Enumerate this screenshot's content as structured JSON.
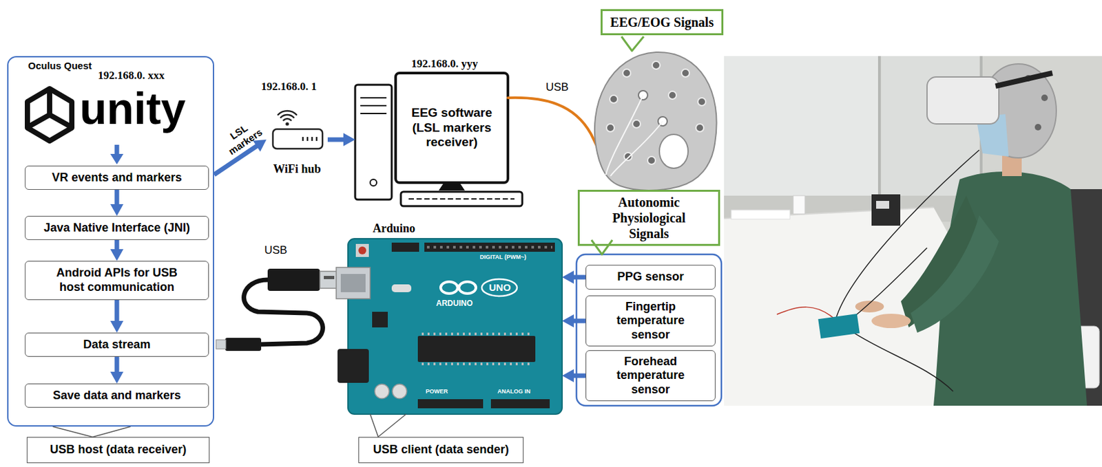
{
  "diagram": {
    "nodes": [
      {
        "text": [
          "Oculus Quest"
        ]
      },
      {
        "text": [
          "VR events and markers"
        ],
        "in": 0
      },
      {
        "text": [
          "Java Native Interface (JNI)"
        ],
        "in": 0
      },
      {
        "text": [
          "Android APIs for USB host communication"
        ],
        "in": 0
      },
      {
        "text": [
          "Data stream"
        ],
        "in": 0
      },
      {
        "text": [
          "Save data and markers"
        ],
        "in": 0
      },
      {
        "text": [
          "WiFi hub"
        ]
      },
      {
        "text": [
          "EEG software (LSL markers receiver)"
        ]
      },
      {
        "text": [
          "EEG/EOG Signals"
        ]
      },
      {
        "text": [
          "Arduino"
        ]
      },
      {
        "text": [
          "Autonomic Physiological Signals"
        ]
      },
      {
        "text": [
          "PPG sensor"
        ]
      },
      {
        "text": [
          "Fingertip temperature sensor"
        ]
      },
      {
        "text": [
          "Forehead temperature sensor"
        ]
      },
      {
        "text": [
          "USB host (data receiver)"
        ]
      },
      {
        "text": [
          "USB client (data sender)"
        ]
      }
    ],
    "edges": [
      {
        "from": 1,
        "to": 2,
        "arrow": "to"
      },
      {
        "from": 2,
        "to": 3,
        "arrow": "to"
      },
      {
        "from": 3,
        "to": 4,
        "arrow": "to"
      },
      {
        "from": 4,
        "to": 5,
        "arrow": "to"
      },
      {
        "from": 0,
        "to": 6,
        "label": "LSL markers",
        "arrow": "to"
      },
      {
        "from": 6,
        "to": 7,
        "arrow": "to"
      },
      {
        "from": 11,
        "to": 9,
        "arrow": "to"
      },
      {
        "from": 12,
        "to": 9,
        "arrow": "to"
      },
      {
        "from": 13,
        "to": 9,
        "arrow": "to"
      },
      {
        "from": 14,
        "to": 0,
        "arrow": "none"
      },
      {
        "from": 15,
        "to": 9,
        "arrow": "none"
      }
    ],
    "labels": [
      "192.168.0. xxx",
      "unity",
      "192.168.0. 1",
      "192.168.0. yyy",
      "USB",
      "USB",
      "UNO",
      "ARDUINO",
      "DIGITAL (PWM~)",
      "POWER",
      "ANALOG IN"
    ]
  }
}
